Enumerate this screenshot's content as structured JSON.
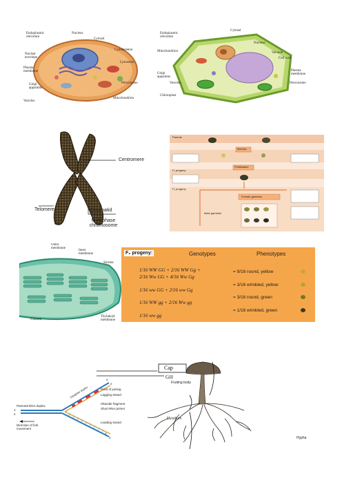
{
  "animal_cell": {
    "labels": {
      "er": "Endoplasmic reticulum",
      "nucleus": "Nucleus",
      "cytosol": "Cytosol",
      "nuclear_envelope": "Nuclear envelope",
      "cytoskeleton": "Cytoskeleton",
      "plasma_membrane": "Plasma membrane",
      "lysosome": "Lysosome",
      "golgi": "Golgi apparatus",
      "peroxisome": "Peroxisome",
      "vesicles": "Vesicles",
      "mitochondrion": "Mitochondrion"
    }
  },
  "plant_cell": {
    "labels": {
      "er": "Endoplasmic reticulum",
      "cytosol": "Cytosol",
      "nucleus": "Nucleus",
      "mitochondrion": "Mitochondrion",
      "vacuole": "Vacuole",
      "cell_wall": "Cell wall",
      "golgi": "Golgi apparatus",
      "plasma_membrane": "Plasma membrane",
      "vesicles": "Vesicles",
      "peroxisome": "Peroxisome",
      "chloroplast": "Chloroplast"
    }
  },
  "chromosome": {
    "centromere": "Centromere",
    "telomere": "Telomere",
    "chromatid": "Chromatid",
    "caption": "Metaphase chromosome"
  },
  "inheritance": {
    "parents": "Parents",
    "meiosis": "Meiosis",
    "fertilization": "Fertilization",
    "f1": "F₁ progeny",
    "f2": "F₂ progeny",
    "female_gametes": "Female gametes",
    "male_gametes": "Male gametes"
  },
  "chloroplast": {
    "outer": "Outer membrane",
    "inner": "Inner membrane",
    "stroma": "Stroma",
    "granum": "Granum",
    "thylakoid": "Thylakoid membrane"
  },
  "f2_table": {
    "title": "F₂ progeny:",
    "col_genotypes": "Genotypes",
    "col_phenotypes": "Phenotypes",
    "rows": [
      {
        "geno": "1/16 WW GG + 2/16 WW Gg +",
        "pheno": ""
      },
      {
        "geno": "2/16 Ww GG + 4/16 Ww Gg",
        "pheno": "= 9/16 round, yellow"
      },
      {
        "geno": "1/16 ww GG + 2/16 ww Gg",
        "pheno": "= 3/16 wrinkled, yellow"
      },
      {
        "geno": "1/16 WW gg + 2/16 Ww gg",
        "pheno": "= 3/16 round, green"
      },
      {
        "geno": "1/16 ww gg",
        "pheno": "= 1/16 wrinkled, green"
      }
    ],
    "pea_colors": [
      "#c9a63a",
      "#b6a23a",
      "#6c7a2a",
      "#3a3a22"
    ]
  },
  "dna_replication": {
    "point_of_joining": "Point of joining",
    "lagging_strand": "Lagging strand",
    "okazaki": "Okazaki fragment",
    "primer": "Short RNA primer",
    "parental": "Parental DNA duplex",
    "leading_strand": "Leading strand",
    "fork_direction": "Direction of fork movement",
    "daughter_duplex": "Daughter duplex",
    "p5a": "5'",
    "p3a": "3'",
    "p3b": "3'",
    "p5b": "5'",
    "p3c": "3'",
    "p5c": "5'"
  },
  "mushroom": {
    "cap": "Cap",
    "gill": "Gill",
    "fruiting_body": "Fruiting body",
    "mycelium": "Mycelium",
    "hypha": "Hypha"
  }
}
